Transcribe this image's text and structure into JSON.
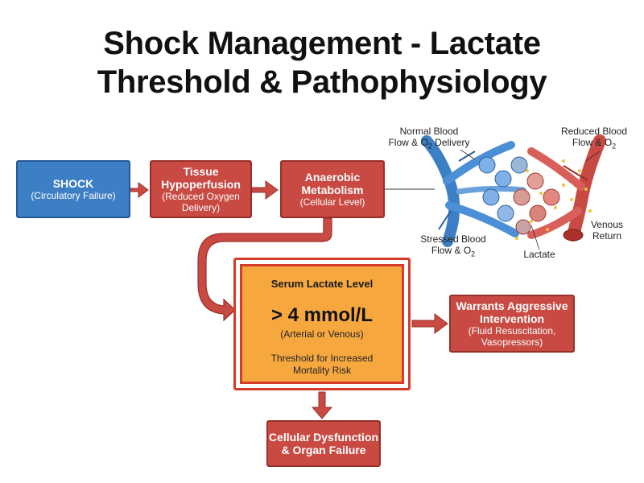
{
  "title": {
    "line1": "Shock Management - Lactate",
    "line2": "Threshold & Pathophysiology"
  },
  "nodes": {
    "shock": {
      "title": "SHOCK",
      "subtitle": "(Circulatory Failure)"
    },
    "hypoperfusion": {
      "title1": "Tissue",
      "title2": "Hypoperfusion",
      "subtitle1": "(Reduced Oxygen",
      "subtitle2": "Delivery)"
    },
    "anaerobic": {
      "title1": "Anaerobic",
      "title2": "Metabolism",
      "subtitle": "(Cellular Level)"
    },
    "lactate": {
      "title": "Serum Lactate Level",
      "value": "> 4 mmol/L",
      "sub": "(Arterial or Venous)",
      "risk1": "Threshold for Increased",
      "risk2": "Mortality Risk"
    },
    "intervention": {
      "title1": "Warrants Aggressive",
      "title2": "Intervention",
      "subtitle1": "(Fluid Resuscitation,",
      "subtitle2": "Vasopressors)"
    },
    "dysfunction": {
      "title1": "Cellular Dysfunction",
      "title2": "& Organ Failure"
    }
  },
  "illustration": {
    "normal_line1": "Normal Blood",
    "normal_line2a": "Flow & O",
    "normal_sub": "2",
    "normal_line2b": " Delivery",
    "reduced_line1": "Reduced Blood",
    "reduced_line2a": "Flow & O",
    "reduced_sub": "2",
    "stressed_line1": "Stressed Blood",
    "stressed_line2a": "Flow & O",
    "stressed_sub": "2",
    "lactate": "Lactate",
    "venous_line1": "Venous",
    "venous_line2": "Return"
  },
  "colors": {
    "blue": "#3d7fc4",
    "red": "#c94a43",
    "orange": "#f6a83f",
    "accent_red": "#d53a2b"
  }
}
